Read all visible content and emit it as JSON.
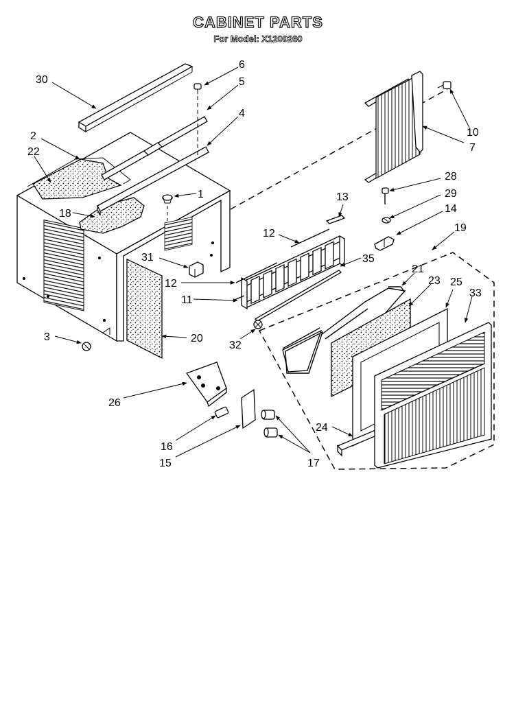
{
  "title": "CABINET PARTS",
  "subtitle": "For Model: X1200260",
  "callouts": [
    {
      "n": "30"
    },
    {
      "n": "6"
    },
    {
      "n": "5"
    },
    {
      "n": "4"
    },
    {
      "n": "2"
    },
    {
      "n": "22"
    },
    {
      "n": "10"
    },
    {
      "n": "7"
    },
    {
      "n": "1"
    },
    {
      "n": "28"
    },
    {
      "n": "29"
    },
    {
      "n": "13"
    },
    {
      "n": "14"
    },
    {
      "n": "18"
    },
    {
      "n": "12"
    },
    {
      "n": "19"
    },
    {
      "n": "31"
    },
    {
      "n": "35"
    },
    {
      "n": "21"
    },
    {
      "n": "23"
    },
    {
      "n": "25"
    },
    {
      "n": "33"
    },
    {
      "n": "12"
    },
    {
      "n": "11"
    },
    {
      "n": "3"
    },
    {
      "n": "20"
    },
    {
      "n": "32"
    },
    {
      "n": "26"
    },
    {
      "n": "24"
    },
    {
      "n": "16"
    },
    {
      "n": "15"
    },
    {
      "n": "17"
    }
  ]
}
